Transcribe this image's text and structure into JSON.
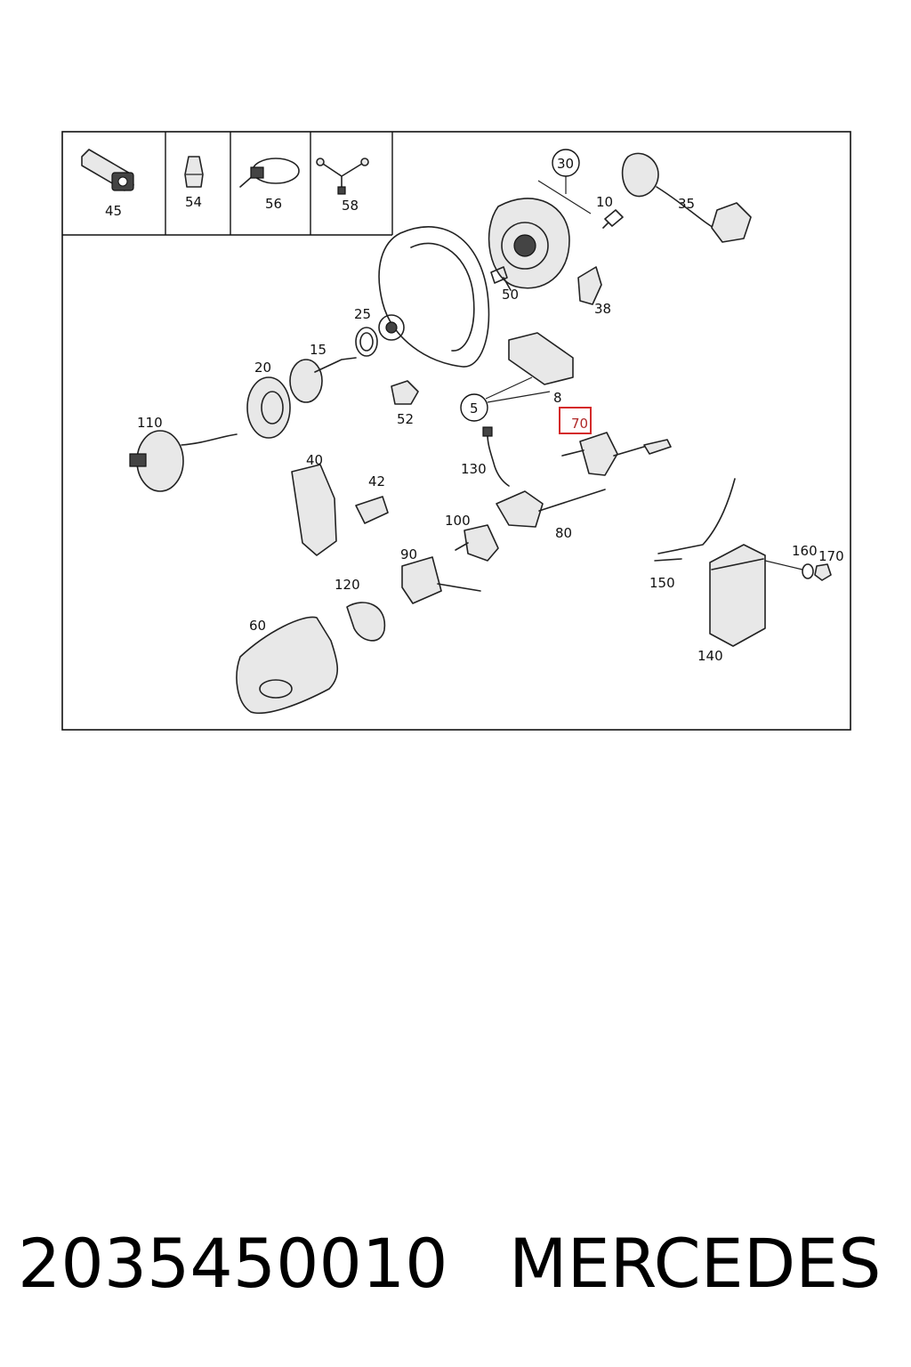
{
  "part_number": "2035450010",
  "brand": "MERCEDES",
  "highlight_color": "#d42a2a",
  "highlighted_part": "70",
  "legend_parts": [
    "45",
    "54",
    "56",
    "58"
  ],
  "callouts": {
    "p30": "30",
    "p10": "10",
    "p35": "35",
    "p50": "50",
    "p38": "38",
    "p25": "25",
    "p15": "15",
    "p20": "20",
    "p8": "8",
    "p5": "5",
    "p52": "52",
    "p70": "70",
    "p110": "110",
    "p130": "130",
    "p40": "40",
    "p42": "42",
    "p100": "100",
    "p80": "80",
    "p90": "90",
    "p160": "160",
    "p170": "170",
    "p150": "150",
    "p120": "120",
    "p60": "60",
    "p140": "140"
  }
}
